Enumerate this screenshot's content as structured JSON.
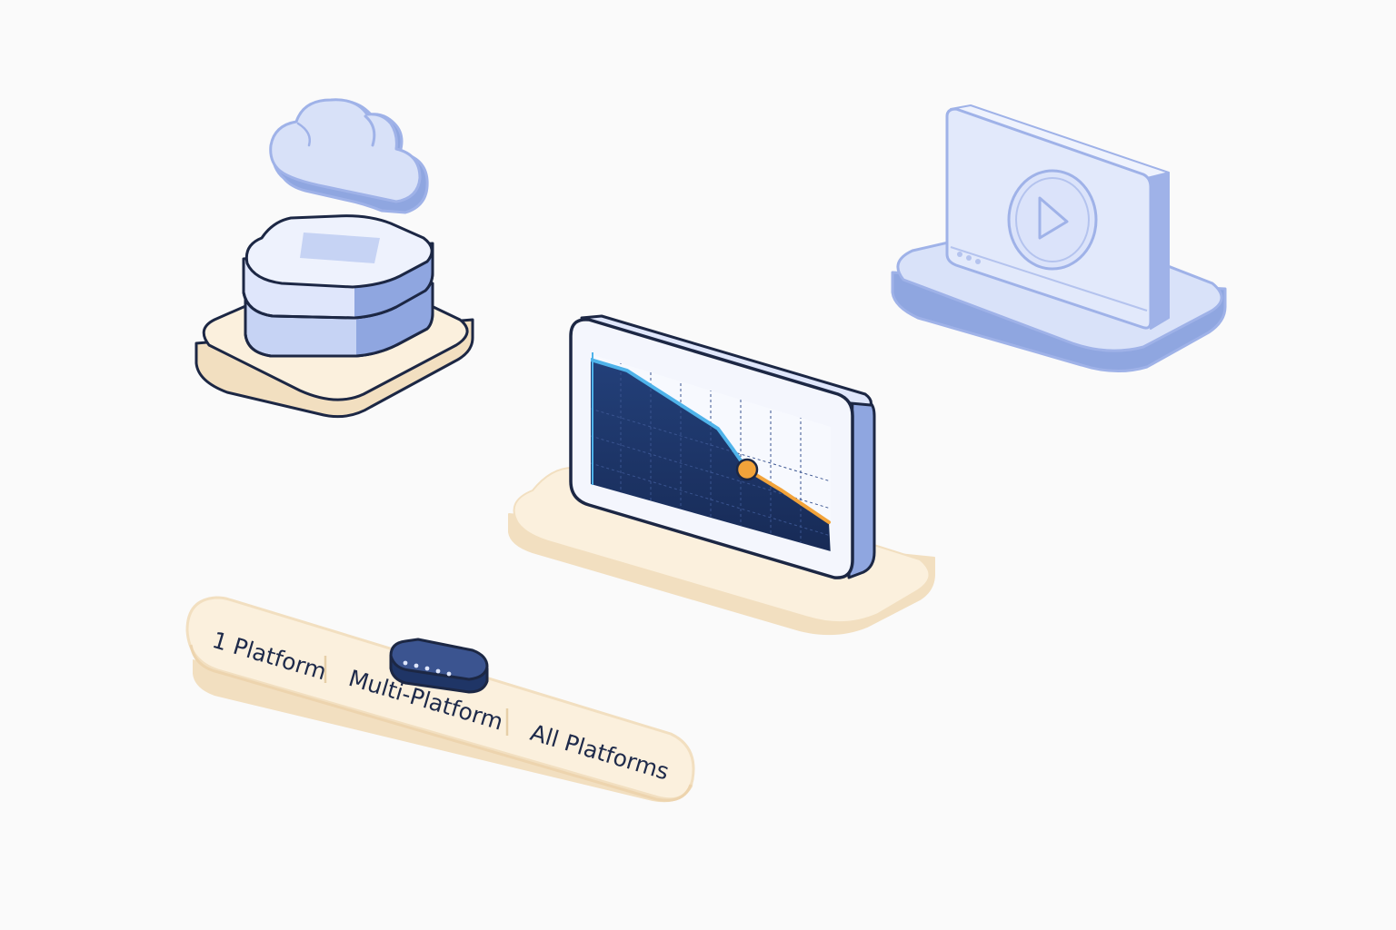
{
  "colors": {
    "background": "#fafafa",
    "outline": "#1c2744",
    "cream_top": "#fbf0dd",
    "cream_side": "#f2dfc0",
    "blue_light": "#e4ebfb",
    "blue_mid": "#c6d3f4",
    "blue_side": "#8fa6e0",
    "blue_stroke": "#9fb2e8",
    "chart_bg": "#1f3566",
    "chart_line": "#4fb3ea",
    "chart_accent": "#f2a33a"
  },
  "icons": {
    "cloud": "cloud-icon",
    "storage": "server-stack-icon",
    "play": "play-icon",
    "chart": "line-chart-icon",
    "handle": "slider-handle-icon"
  },
  "slider": {
    "labels": [
      "1 Platform",
      "Multi-Platform",
      "All Platforms"
    ],
    "selected": "Multi-Platform"
  }
}
